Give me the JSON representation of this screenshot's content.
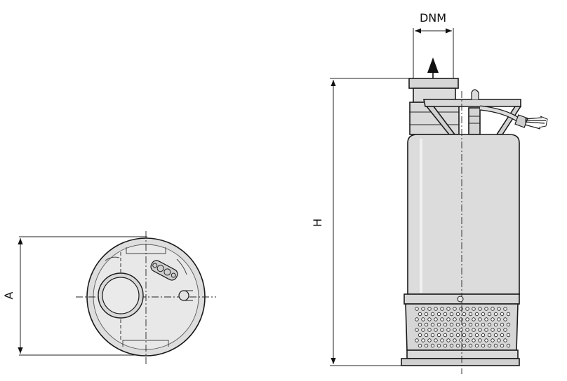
{
  "labels": {
    "discharge": "DNM",
    "height": "H",
    "diameter": "A"
  },
  "colors": {
    "body_fill": "#dcdcdc",
    "body_light": "#e6e6e6",
    "line": "#1a1a1a",
    "background": "#ffffff"
  }
}
